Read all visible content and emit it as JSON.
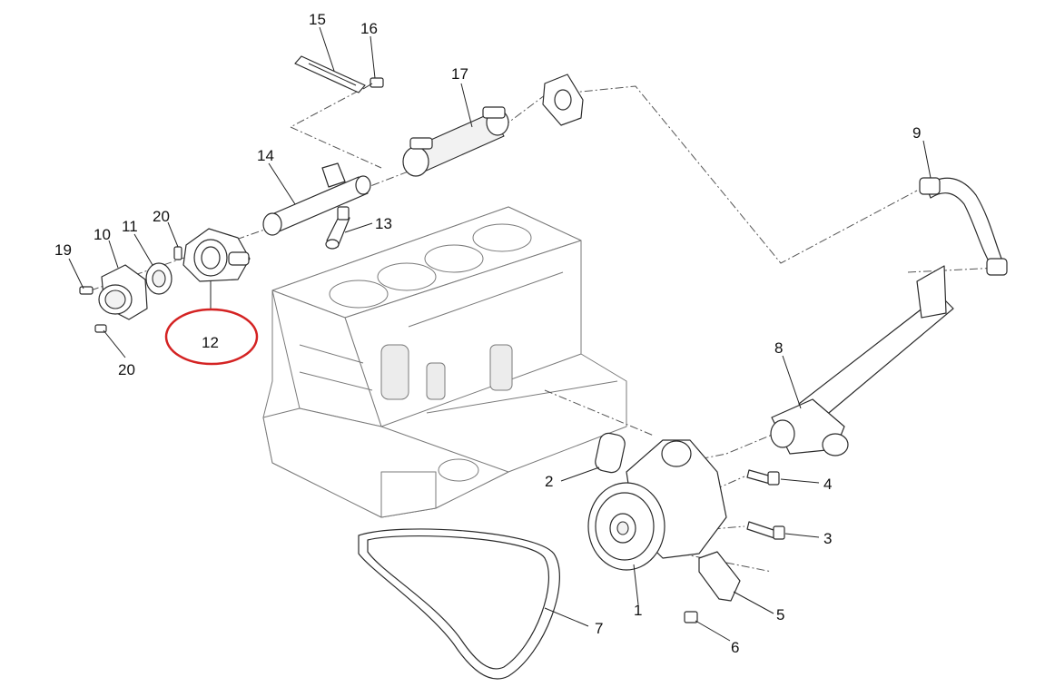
{
  "callouts": {
    "c1": "1",
    "c2": "2",
    "c3": "3",
    "c4": "4",
    "c5": "5",
    "c6": "6",
    "c7": "7",
    "c8": "8",
    "c9": "9",
    "c10": "10",
    "c11": "11",
    "c12": "12",
    "c13": "13",
    "c14": "14",
    "c15": "15",
    "c16": "16",
    "c17": "17",
    "c19": "19",
    "c20a": "20",
    "c20b": "20"
  },
  "highlight": {
    "target_callout": "12",
    "color": "#d42323"
  }
}
